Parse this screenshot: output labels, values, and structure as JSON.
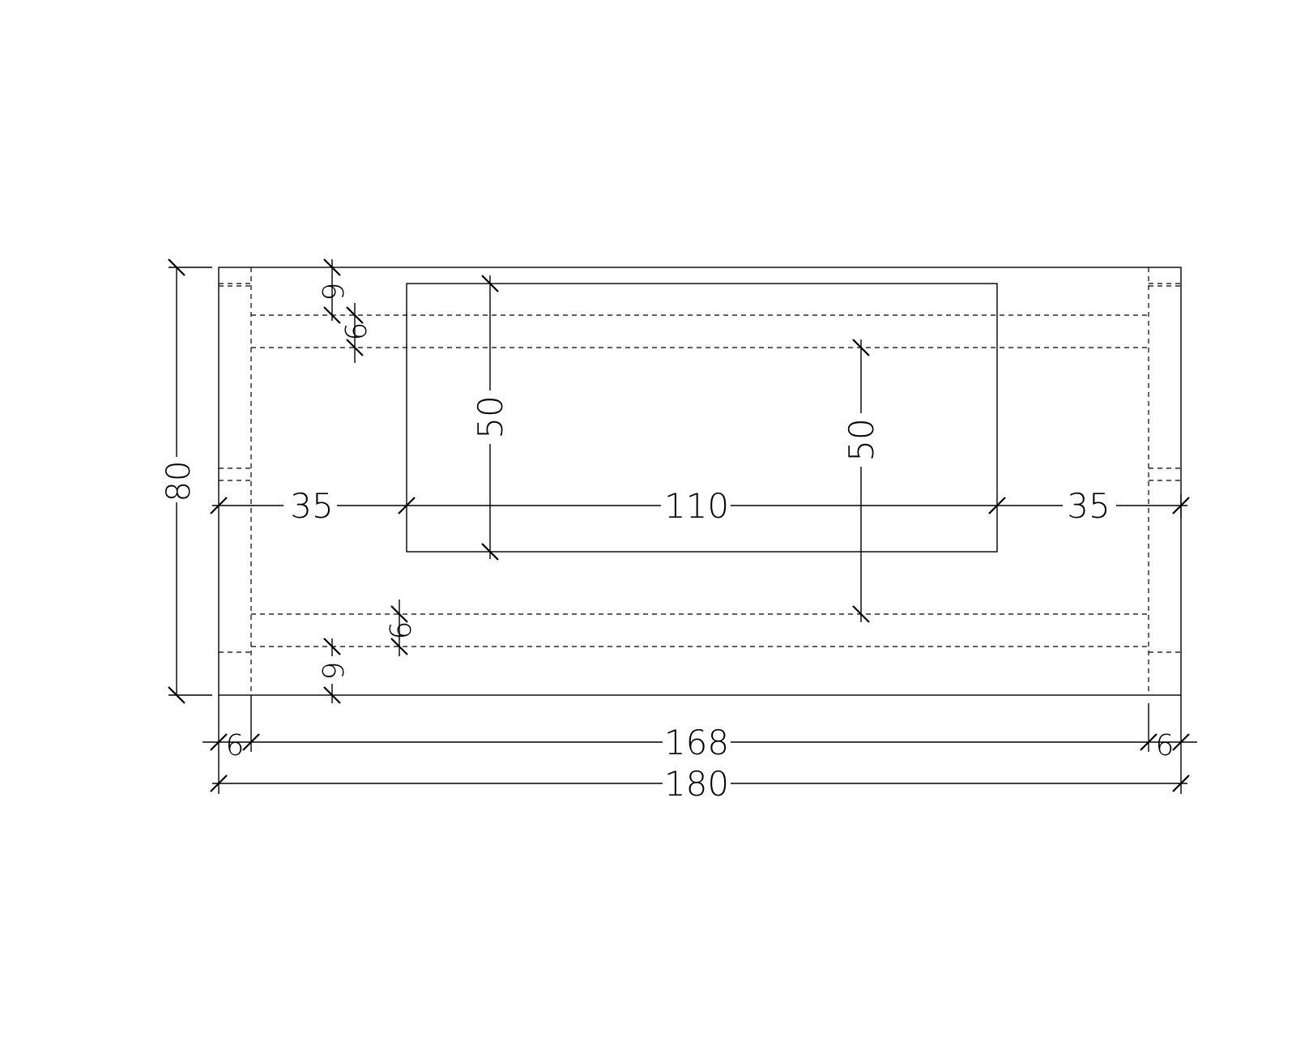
{
  "drawing": {
    "line_color": "#000000",
    "background": "#ffffff",
    "dimensions": {
      "overall_width": "180",
      "overall_height": "80",
      "inner_width": "168",
      "side_offset_left": "6",
      "side_offset_right": "6",
      "opening_width": "110",
      "margin_left": "35",
      "margin_right": "35",
      "opening_height": "50",
      "rail_height": "50",
      "top_offset": "9",
      "top_rail": "6",
      "bottom_rail": "6",
      "bottom_offset": "9"
    }
  }
}
